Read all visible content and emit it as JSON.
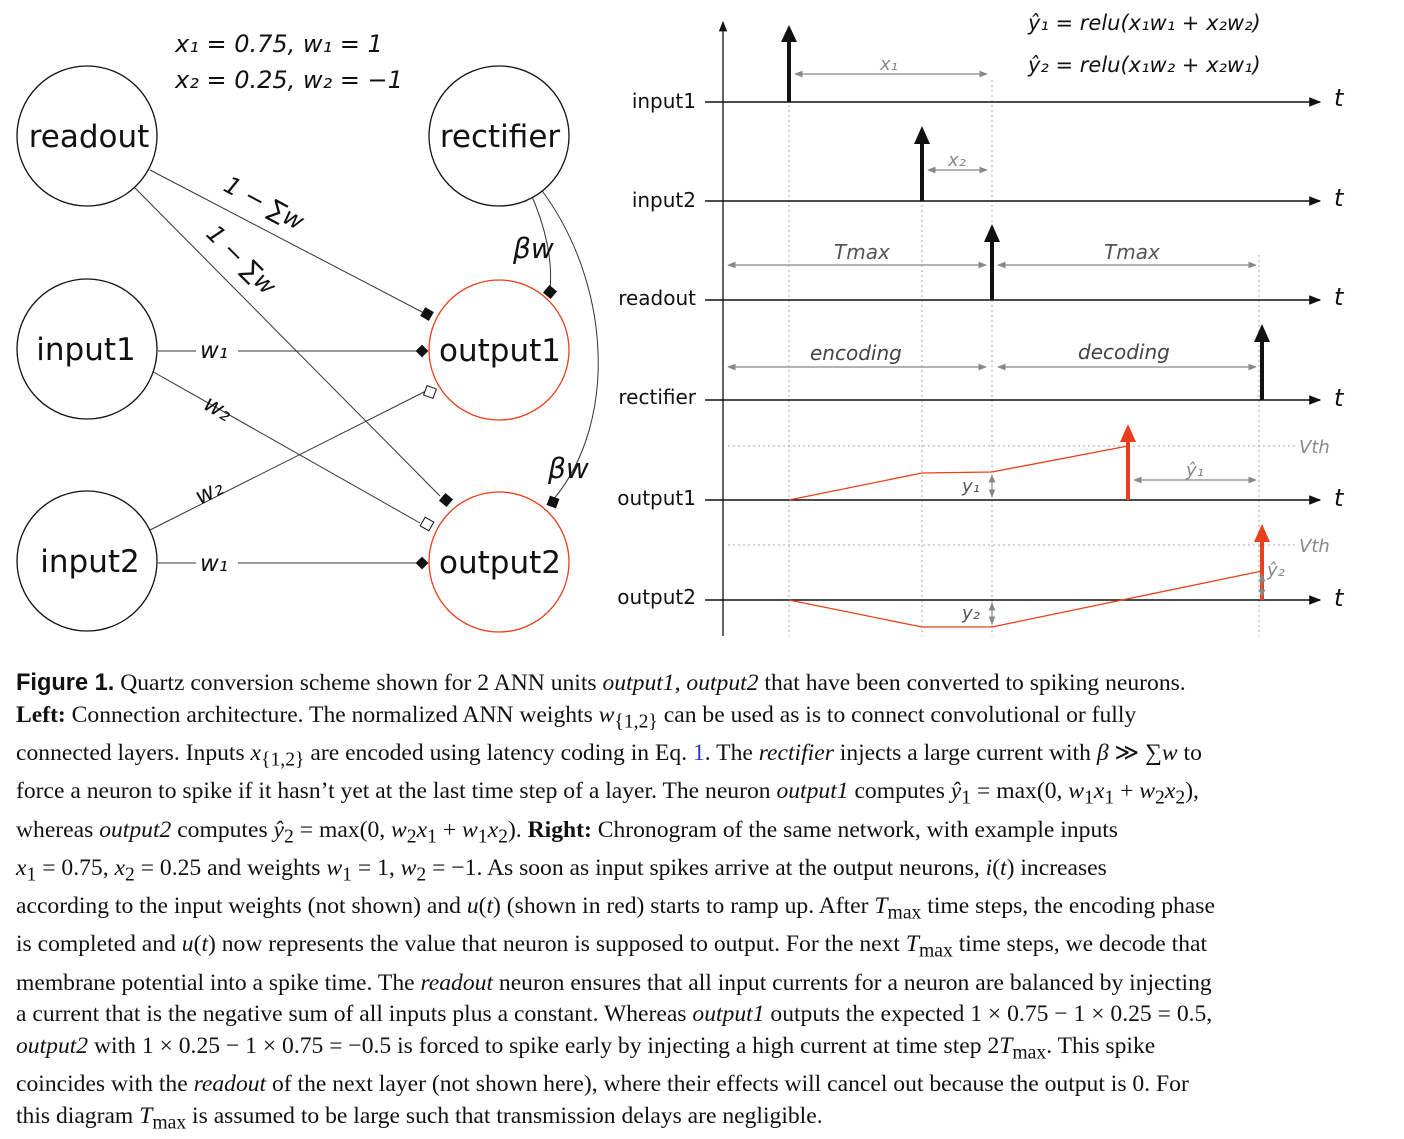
{
  "network": {
    "nodes": {
      "readout": "readout",
      "rectifier": "rectifier",
      "input1": "input1",
      "input2": "input2",
      "output1": "output1",
      "output2": "output2"
    },
    "params_line1": "x₁ = 0.75, w₁ = 1",
    "params_line2": "x₂ = 0.25, w₂ = −1",
    "edge_labels": {
      "one_minus_sum_w": "1 − ∑w",
      "beta_w": "βw",
      "w1": "w₁",
      "w2": "w₂"
    }
  },
  "chronogram": {
    "rows": [
      "input1",
      "input2",
      "readout",
      "rectifier",
      "output1",
      "output2"
    ],
    "axis_label": "t",
    "eq1": "ŷ₁ = relu(x₁w₁ + x₂w₂)",
    "eq2": "ŷ₂ = relu(x₁w₂ + x₂w₁)",
    "x1_label": "x₁",
    "x2_label": "x₂",
    "tmax_label": "Tmax",
    "encoding_label": "encoding",
    "decoding_label": "decoding",
    "vth_label": "Vth",
    "y1_label": "y₁",
    "y2_label": "y₂",
    "yhat1_label": "ŷ₁",
    "yhat2_label": "ŷ₂",
    "colors": {
      "membrane": "#e8401c",
      "spike": "#111111",
      "red_spike": "#e8401c",
      "grid": "#999999"
    }
  },
  "caption": {
    "label": "Figure 1.",
    "lines": [
      " Quartz conversion scheme shown for 2 ANN units output1, output2 that have been converted to spiking neurons.",
      "Left: Connection architecture. The normalized ANN weights w{1,2} can be used as is to connect convolutional or fully",
      "connected layers. Inputs x{1,2} are encoded using latency coding in Eq. 1. The rectifier injects a large current with β ≫ ∑w to",
      "force a neuron to spike if it hasn’t yet at the last time step of a layer. The neuron output1 computes ŷ1 = max(0, w1x1 + w2x2),",
      "whereas output2 computes ŷ2 = max(0, w2x1 + w1x2). Right: Chronogram of the same network, with example inputs",
      "x1 = 0.75, x2 = 0.25 and weights w1 = 1, w2 = −1. As soon as input spikes arrive at the output neurons, i(t) increases",
      "according to the input weights (not shown) and u(t) (shown in red) starts to ramp up. After Tmax time steps, the encoding phase",
      "is completed and u(t) now represents the value that neuron is supposed to output. For the next Tmax time steps, we decode that",
      "membrane potential into a spike time. The readout neuron ensures that all input currents for a neuron are balanced by injecting",
      "a current that is the negative sum of all inputs plus a constant. Whereas output1 outputs the expected 1 × 0.75 − 1 × 0.25 = 0.5,",
      "output2 with 1 × 0.25 − 1 × 0.75 = −0.5 is forced to spike early by injecting a high current at time step 2Tmax. This spike",
      "coincides with the readout of the next layer (not shown here), where their effects will cancel out because the output is 0. For",
      "this diagram Tmax is assumed to be large such that transmission delays are negligible."
    ]
  }
}
